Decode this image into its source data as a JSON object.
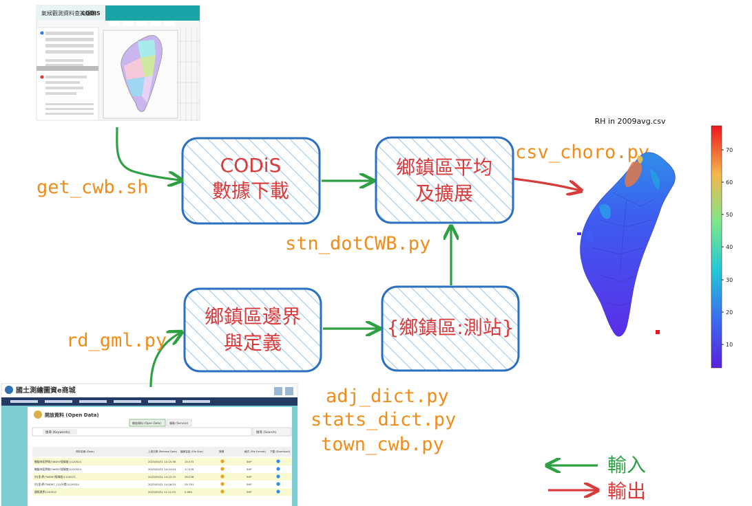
{
  "boxes": {
    "codis": {
      "line1": "CODiS",
      "line2": "數據下載"
    },
    "average": {
      "line1": "鄉鎮區平均",
      "line2": "及擴展"
    },
    "boundary": {
      "line1": "鄉鎮區邊界",
      "line2": "與定義"
    },
    "station": {
      "line1": "{鄉鎮區:測站}"
    }
  },
  "scripts": {
    "get_cwb": "get_cwb.sh",
    "csv_choro": "csv_choro.py",
    "stn_dot": "stn_dotCWB.py",
    "rd_gml": "rd_gml.py",
    "adj_dict": "adj_dict.py",
    "stats_dict": "stats_dict.py",
    "town_cwb": "town_cwb.py"
  },
  "legend": {
    "input": "輸入",
    "output": "輸出"
  },
  "colors": {
    "box_stroke": "#2a6fc0",
    "box_hatch": "#9ec8ec",
    "box_text": "#d93a3a",
    "script_text": "#f08c1a",
    "input_arrow": "#2ea043",
    "output_arrow": "#d93a3a"
  },
  "map": {
    "title": "RH in 2009avg.csv",
    "colorbar_ticks": [
      "70",
      "60",
      "50",
      "40",
      "30",
      "20",
      "10"
    ]
  },
  "screenshot_top": {
    "title": "CODiS",
    "subtitle": "氣候觀測資料查詢服務"
  },
  "screenshot_bottom": {
    "site_title": "國土測繪圖資e商城",
    "panel_title": "開放資料 (Open Data)",
    "search_placeholder": "搜尋 (Keywords)",
    "search_button": "搜尋 (Search)",
    "tab_active": "開放資料 (Open Data)",
    "tab_other": "服務 (Service)",
    "columns": [
      "資料名稱 (Data)",
      "上架日期 (Release Date)",
      "檔案容量 (File Size)",
      "授權",
      "格式 (File Format)",
      "下載 (Download)"
    ],
    "rows": [
      {
        "name": "鄉鎮市區界線(TWD97經緯度)1120524",
        "date": "2023/05/31 14:15:36",
        "size": "19.575",
        "format": "SHP"
      },
      {
        "name": "鄉鎮市區界線(TWD97經緯度)1120524",
        "date": "2023/05/31 14:14:44",
        "size": "17.578",
        "format": "SHP"
      },
      {
        "name": "村(里)界(TWD97經緯度)1120523",
        "date": "2023/05/31 14:13:19",
        "size": "28.036",
        "format": "SHP"
      },
      {
        "name": "村(里)界(TWD97_121分帶)1120524",
        "date": "2023/05/31 14:16:23",
        "size": "29.791",
        "format": "SHP"
      },
      {
        "name": "國際邊界1120512",
        "date": "2023/05/31 11:11:53",
        "size": "0.065",
        "format": "SHP"
      }
    ]
  }
}
